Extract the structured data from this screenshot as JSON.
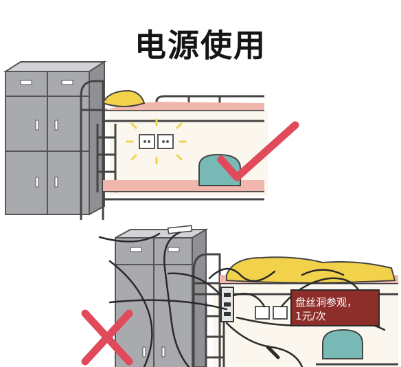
{
  "title": "电源使用",
  "sign": {
    "line1": "盘丝洞参观，",
    "line2": "1元/次"
  },
  "colors": {
    "check": "#e04a5b",
    "cross": "#e04a5b",
    "cabinet": "#a9aaad",
    "pillow": "#f2d24b",
    "sheet": "#f1b6ac",
    "bag": "#79b9b5",
    "sign": "#8e2e2a"
  },
  "marks": {
    "correct": "check-mark-icon",
    "wrong": "cross-mark-icon"
  }
}
